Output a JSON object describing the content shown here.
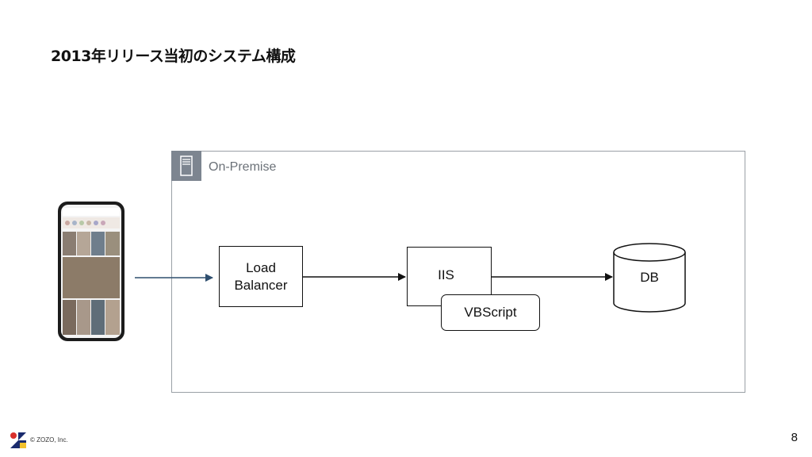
{
  "slide": {
    "title": "2013年リリース当初のシステム構成",
    "page_number": "8",
    "copyright": "© ZOZO, Inc."
  },
  "diagram": {
    "group": {
      "label": "On-Premise",
      "icon": "server-icon"
    },
    "nodes": {
      "load_balancer": "Load\nBalancer",
      "iis": "IIS",
      "vbscript": "VBScript",
      "db": "DB"
    },
    "edges": [
      {
        "from": "smartphone",
        "to": "load_balancer",
        "color": "#2f4f6f"
      },
      {
        "from": "load_balancer",
        "to": "iis",
        "color": "#111111"
      },
      {
        "from": "iis",
        "to": "db",
        "color": "#111111"
      }
    ]
  },
  "colors": {
    "group_border": "#9aa0a6",
    "group_icon_bg": "#7d8590",
    "client_arrow": "#2f4f6f",
    "logo_blue": "#1a2b6d",
    "logo_red": "#d9302c",
    "logo_yellow": "#f2c12e"
  }
}
